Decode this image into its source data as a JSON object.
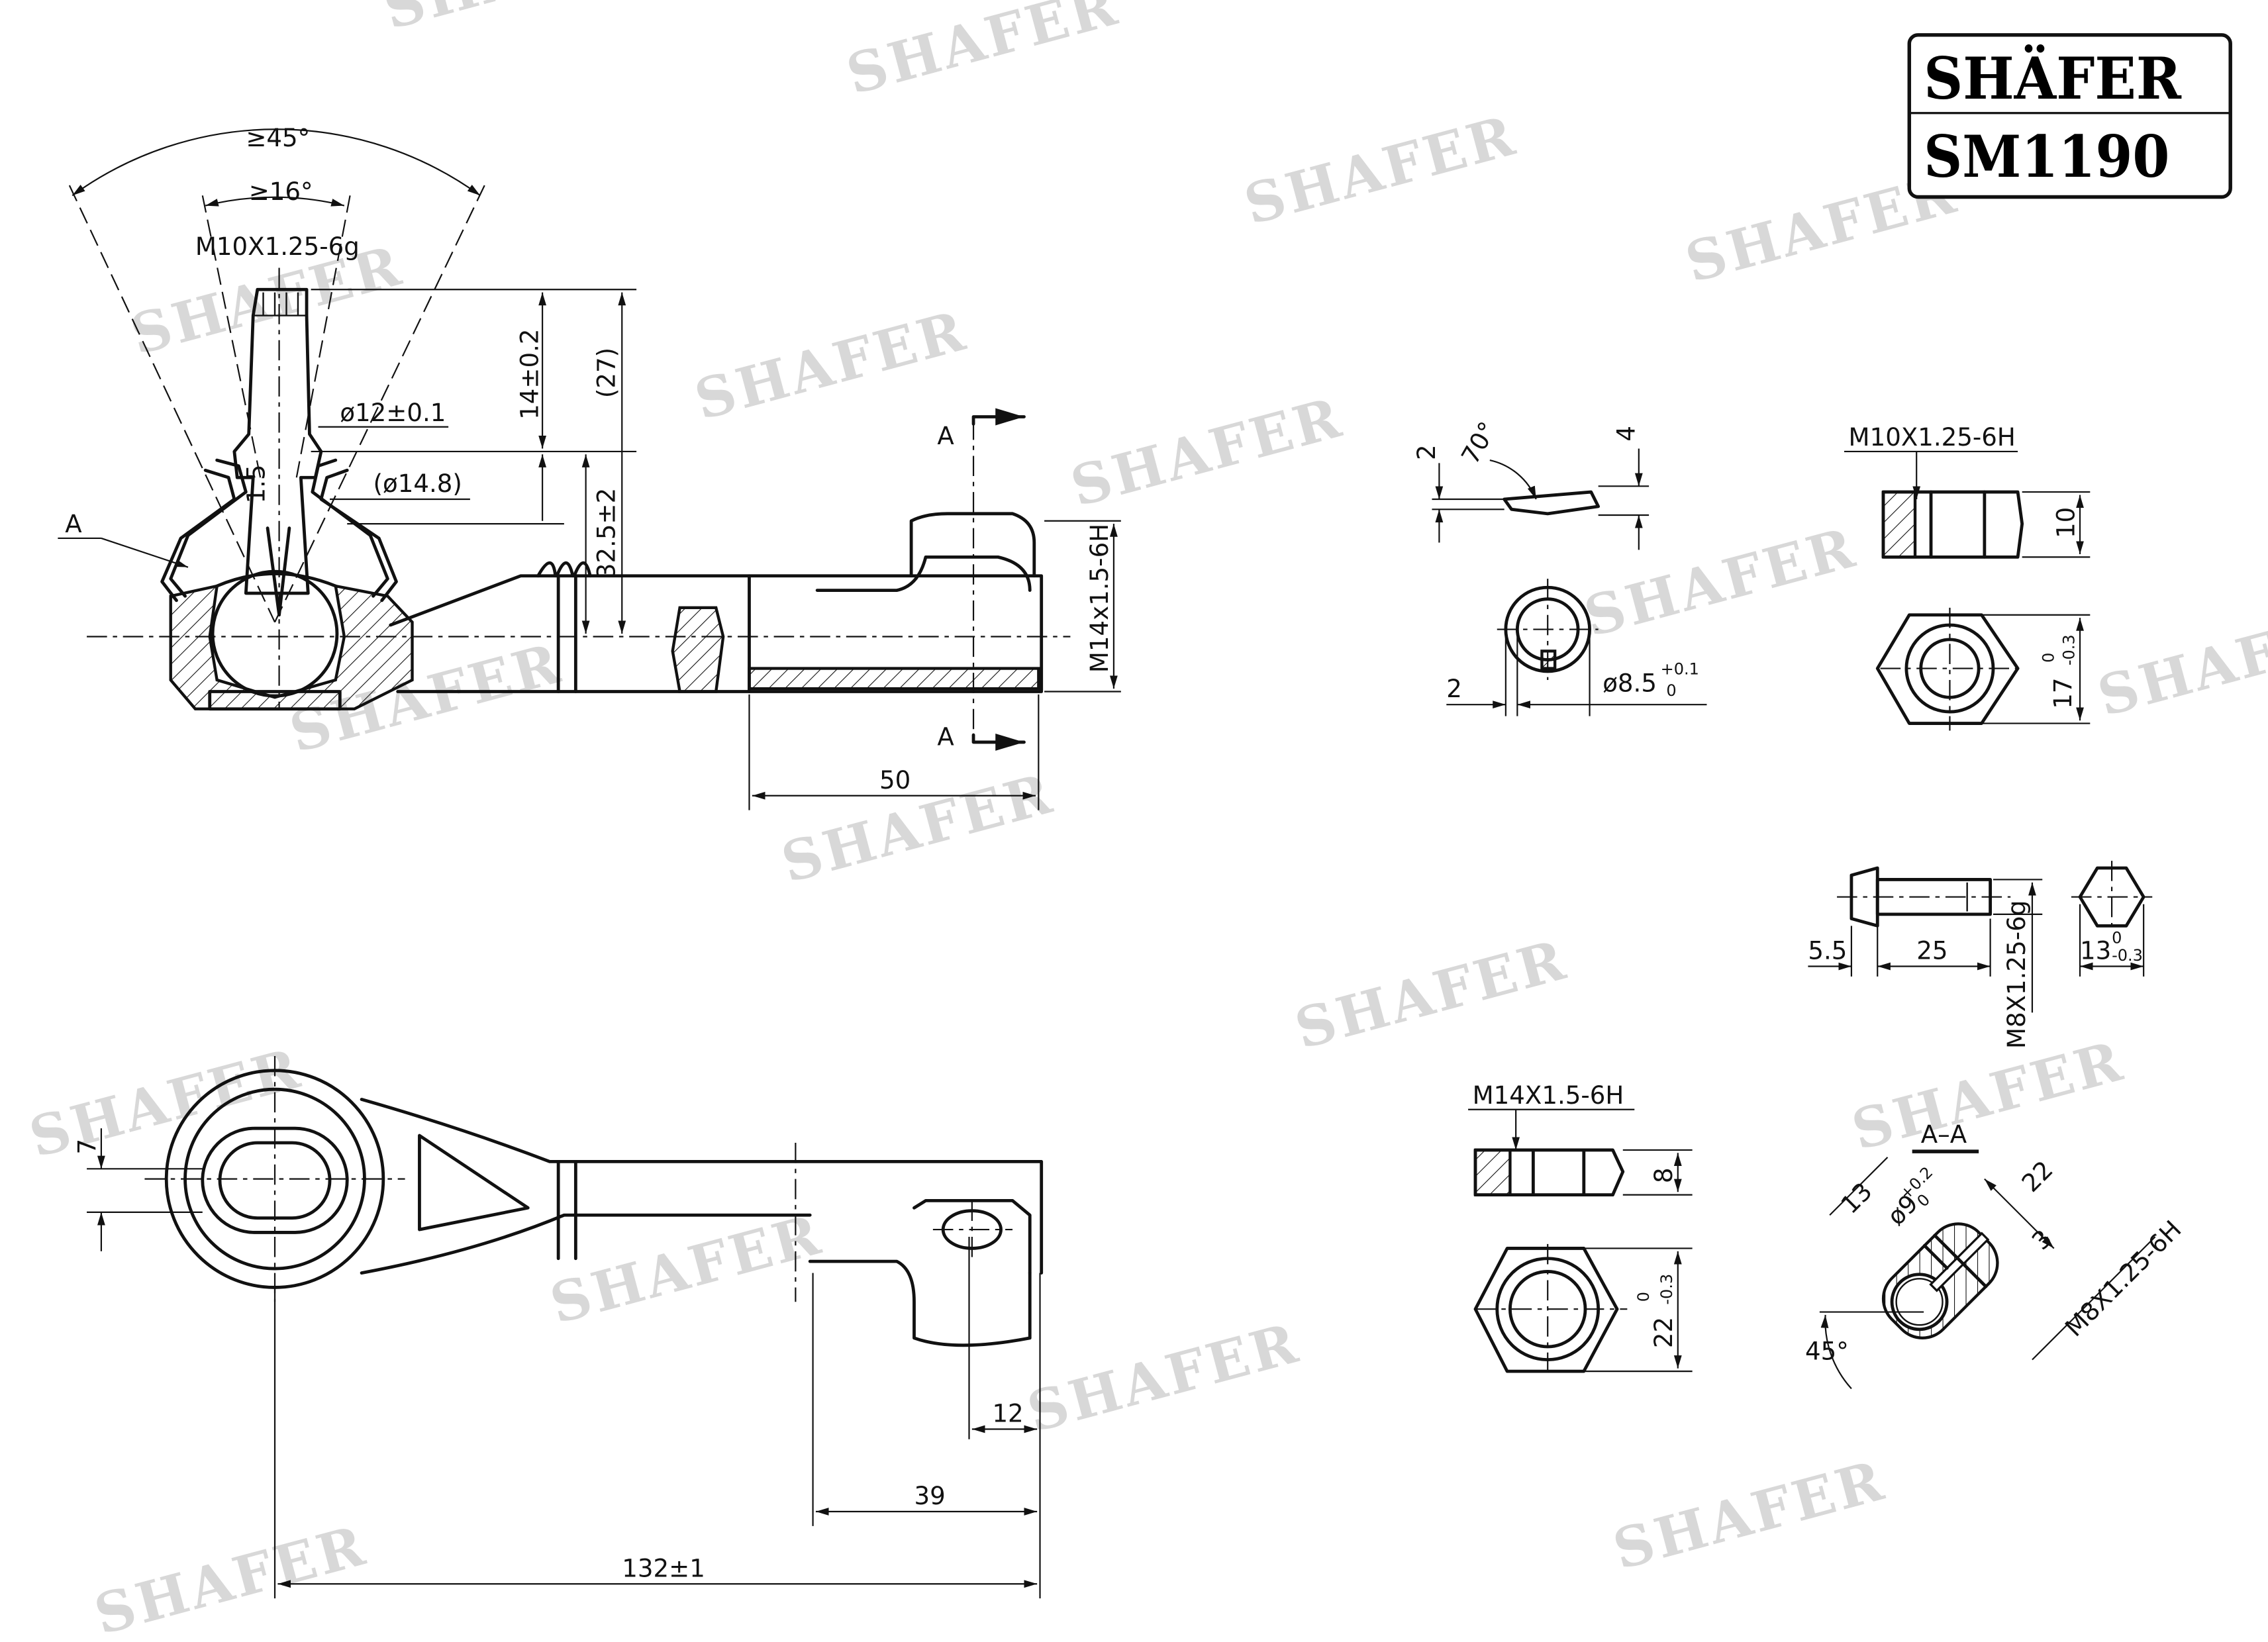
{
  "logo": {
    "brand": "SHÄFER",
    "part_number": "SM1190"
  },
  "watermark": "SHAFER",
  "side_view": {
    "angle_outer": "≥45°",
    "angle_inner": "≥16°",
    "stud_thread": "M10X1.25-6g",
    "stud_diameter": "ø12±0.1",
    "cone_diameter": "(ø14.8)",
    "height_14": "14±0.2",
    "height_27": "(27)",
    "height_32": "32.5±2",
    "gap": "1.5",
    "detail_label": "A",
    "section_mark_top": "A",
    "section_mark_bottom": "A",
    "socket_thread": "M14x1.5-6H",
    "length_50": "50"
  },
  "circlip": {
    "thickness": "2",
    "angle": "70°",
    "height": "4",
    "width": "2",
    "diameter": "ø8.5",
    "tol_upper": "+0.1",
    "tol_lower": "0"
  },
  "nut_m10": {
    "thread": "M10X1.25-6H",
    "height": "10",
    "across_flats": "17",
    "tol_upper": "0",
    "tol_lower": "-0.3"
  },
  "bolt": {
    "head": "5.5",
    "length": "25",
    "thread": "M8X1.25-6g",
    "across_flats": "13",
    "tol_upper": "0",
    "tol_lower": "-0.3"
  },
  "nut_m14": {
    "thread": "M14X1.5-6H",
    "height": "8",
    "across_flats": "22",
    "tol_upper": "0",
    "tol_lower": "-0.3"
  },
  "section_aa": {
    "title": "A–A",
    "dim_13": "13",
    "bore": "ø9",
    "bore_tol_upper": "+0.2",
    "bore_tol_lower": "0",
    "dim_22": "22",
    "slot": "3",
    "thread": "M8X1.25-6H",
    "angle": "45°"
  },
  "top_view": {
    "offset": "7",
    "dim_12": "12",
    "dim_39": "39",
    "overall_length": "132±1"
  }
}
